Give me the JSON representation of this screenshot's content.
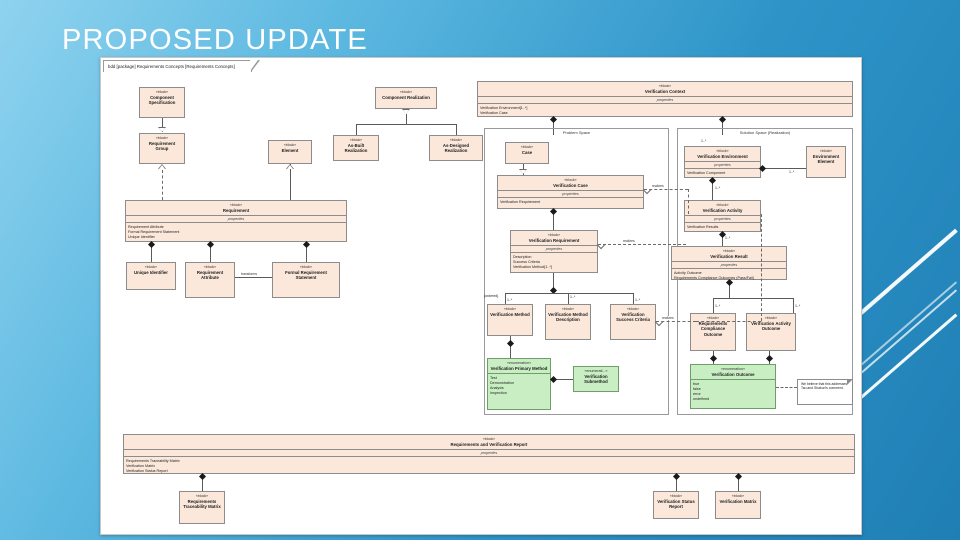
{
  "slide": {
    "title": "PROPOSED UPDATE"
  },
  "diagram": {
    "tab_label": "bdd [package] Requirements Concepts [Requirements Concepts]",
    "frames": [
      {
        "label": "Problem Space"
      },
      {
        "label": "Solution Space (Realization)"
      }
    ],
    "stereotype_block": "«block»",
    "stereotype_enum": "«enumeration»",
    "stereotype_enum_short": "«enumerati...»",
    "compartment_label": "properties",
    "blocks": {
      "component_specification": {
        "name": "Component Specification"
      },
      "requirement_group": {
        "name": "Requirement Group"
      },
      "requirement": {
        "name": "Requirement",
        "properties": [
          "Requirement Attribute",
          "Formal Requirement Statement",
          "Unique Identifier"
        ]
      },
      "unique_identifier": {
        "name": "Unique Identifier"
      },
      "requirement_attribute": {
        "name": "Requirement Attribute"
      },
      "formal_requirement_statement": {
        "name": "Formal Requirement Statement"
      },
      "element": {
        "name": "Element"
      },
      "component_realization": {
        "name": "Component Realization"
      },
      "as_built_realization": {
        "name": "As-Built Realization"
      },
      "as_designed_realization": {
        "name": "As-Designed Realization"
      },
      "verification_context": {
        "name": "Verification Context",
        "properties": [
          "Verification Environment[1..*]",
          "Verification Case"
        ]
      },
      "case": {
        "name": "Case"
      },
      "verification_case": {
        "name": "Verification Case",
        "properties": [
          "Verification Requirement"
        ]
      },
      "verification_requirement": {
        "name": "Verification Requirement",
        "properties": [
          "Description",
          "Success Criteria",
          "Verification Method[1..*]"
        ]
      },
      "verification_method": {
        "name": "Verification Method"
      },
      "verification_method_description": {
        "name": "Verification Method Description"
      },
      "verification_success_criteria": {
        "name": "Verification Success Criteria"
      },
      "verification_primary_method": {
        "name": "Verification Primary Method",
        "literals": [
          "Test",
          "Demonstration",
          "Analysis",
          "Inspection"
        ]
      },
      "verification_submethod": {
        "name": "Verification Submethod"
      },
      "verification_environment": {
        "name": "Verification Environment",
        "properties": [
          "Verification Component"
        ]
      },
      "environment_element": {
        "name": "Environment Element"
      },
      "verification_activity": {
        "name": "Verification Activity",
        "properties": [
          "Verification Results"
        ]
      },
      "verification_result": {
        "name": "Verification Result",
        "properties": [
          "Activity Outcome",
          "Requirements Compliance Outcomes (Pass/Fail)"
        ]
      },
      "requirements_compliance_outcome": {
        "name": "Requirements Compliance Outcome"
      },
      "verification_activity_outcome": {
        "name": "Verification Activity Outcome"
      },
      "verification_outcome": {
        "name": "Verification Outcome",
        "literals": [
          "true",
          "false",
          "error",
          "undefined"
        ]
      },
      "requirements_and_verification_report": {
        "name": "Requirements and Verification Report",
        "properties": [
          "Requirements Traceability Matrix",
          "Verification Matrix",
          "Verification Status Report"
        ]
      },
      "requirements_traceability_matrix": {
        "name": "Requirements Traceability Matrix"
      },
      "verification_status_report": {
        "name": "Verification Status Report"
      },
      "verification_matrix": {
        "name": "Verification Matrix"
      }
    },
    "note": {
      "text": "We believe that this addresses Tau and Shakuri's comment."
    },
    "edge_labels": {
      "transforms": "transforms",
      "realizes_1": "realizes",
      "realizes_2": "realizes",
      "realizes_3": "realizes",
      "ordered": "{ordered}"
    },
    "multiplicities": {
      "ve_top": "1..*",
      "ee_right": "1..*",
      "va_up": "1..*",
      "vr_up": "1..*",
      "vm_up": "1..*",
      "vmd_up": "1..*",
      "vsc_up": "1..*",
      "rco_up": "1..*",
      "vao_up": "1..*"
    },
    "colors": {
      "block_fill": "#fbe8da",
      "enum_fill": "#c9eec4",
      "border": "#8c8c8c",
      "canvas": "#ffffff",
      "slide_bg_accent": "#2e94c8"
    }
  }
}
